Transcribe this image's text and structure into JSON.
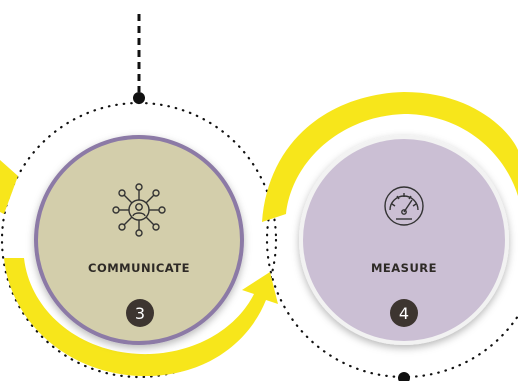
{
  "steps": [
    {
      "label": "COMMUNICATE",
      "number": "3",
      "icon": "network-people-icon",
      "fill": "#d3ceab",
      "ring": "#8c7aa6"
    },
    {
      "label": "MEASURE",
      "number": "4",
      "icon": "gauge-icon",
      "fill": "#cbbfd4",
      "ring": "#f2f2f2"
    }
  ],
  "colors": {
    "arrow": "#f7e61b",
    "badge": "#3d3530",
    "dots": "#111111"
  }
}
